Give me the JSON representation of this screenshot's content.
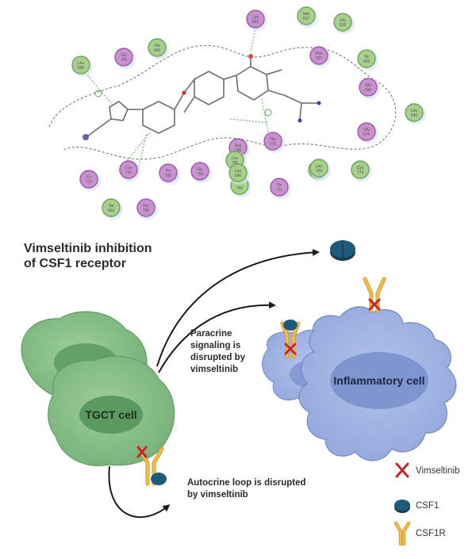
{
  "title_lines": [
    "Vimseltinib inhibition",
    "of CSF1 receptor"
  ],
  "residues": [
    {
      "line1": "Lys",
      "line2": "662",
      "color": "#c992cf"
    },
    {
      "line1": "Met",
      "line2": "637",
      "color": "#a8d08d"
    },
    {
      "line1": "Glu",
      "line2": "635",
      "color": "#a8d08d"
    },
    {
      "line1": "Ala",
      "line2": "640",
      "color": "#a8d08d"
    },
    {
      "line1": "Gly",
      "line2": "795",
      "color": "#c992cf"
    },
    {
      "line1": "Leu",
      "line2": "588",
      "color": "#a8d08d"
    },
    {
      "line1": "Phe",
      "line2": "797",
      "color": "#c992cf"
    },
    {
      "line1": "Ile",
      "line2": "662",
      "color": "#a8d08d"
    },
    {
      "line1": "Glu",
      "line2": "664",
      "color": "#c992cf"
    },
    {
      "line1": "Leu",
      "line2": "640",
      "color": "#a8d08d"
    },
    {
      "line1": "Glu",
      "line2": "679",
      "color": "#c992cf"
    },
    {
      "line1": "Leu",
      "line2": "640",
      "color": "#a8d08d"
    },
    {
      "line1": "His",
      "line2": "776",
      "color": "#c992cf"
    },
    {
      "line1": "Asp",
      "line2": "796",
      "color": "#c992cf"
    },
    {
      "line1": "Gly",
      "line2": "795",
      "color": "#c992cf"
    },
    {
      "line1": "Leu",
      "line2": "785",
      "color": "#a8d08d"
    },
    {
      "line1": "Leu",
      "line2": "769",
      "color": "#a8d08d"
    },
    {
      "line1": "Cys",
      "line2": "774",
      "color": "#a8d08d"
    },
    {
      "line1": "Tyr",
      "line2": "713",
      "color": "#c992cf"
    },
    {
      "line1": "Cys",
      "line2": "710",
      "color": "#c992cf"
    },
    {
      "line1": "Thr",
      "line2": "700",
      "color": "#c992cf"
    },
    {
      "line1": "Leu",
      "line2": "785",
      "color": "#a8d08d"
    },
    {
      "line1": "Val",
      "line2": "660",
      "color": "#a8d08d"
    },
    {
      "line1": "Gly",
      "line2": "700",
      "color": "#c992cf"
    },
    {
      "line1": "Tyr",
      "line2": "711",
      "color": "#c992cf"
    },
    {
      "line1": "Leu",
      "line2": "640",
      "color": "#a8d08d"
    }
  ],
  "paracrine_lines": [
    "Paracrine",
    "signaling is",
    "disrupted by",
    "vimseltinib"
  ],
  "autocrine_lines": [
    "Autocrine loop is disrupted",
    "by vimseltinib"
  ],
  "tgct_label": "TGCT cell",
  "inflammatory_label": "Inflammatory cell",
  "legend": [
    {
      "icon": "x-mark-icon",
      "label": "Vimseltinib"
    },
    {
      "icon": "csf1-icon",
      "label": "CSF1"
    },
    {
      "icon": "csf1r-icon",
      "label": "CSF1R"
    }
  ],
  "colors": {
    "green_cell": "#84bd84",
    "green_cell_dark": "#5b9a5e",
    "blue_cell": "#9fb2e2",
    "blue_cell_dark": "#7d93cf",
    "csf1": "#1f5a7a",
    "csf1r": "#f1bd4d",
    "vimseltinib": "#c1272d",
    "arrow": "#1a1a1a"
  }
}
